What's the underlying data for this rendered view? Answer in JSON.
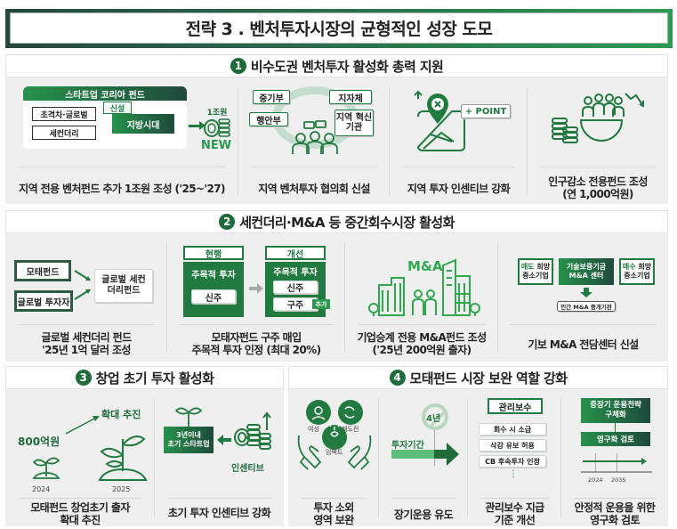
{
  "title": "전략 3 . 벤처투자시장의 균형적인 성장 도모",
  "colors": {
    "primary_green": "#217a3f",
    "light_green": "#5cc07a",
    "dark_teal": "#27473f",
    "panel_bg": "#efefef"
  },
  "sections": [
    {
      "number": "1",
      "title": "비수도권 벤처투자 활성화 총력 지원",
      "items": [
        {
          "caption": "지역 전용 벤처펀드 추가 1조원 조성 ('25~'27)",
          "diagram": {
            "fund_header": "스타트업 코리아 펀드",
            "sub_funds": [
              "초격차·글로벌",
              "세컨더리"
            ],
            "new_tag": "신설",
            "new_fund": "지방시대",
            "amount": "1조원",
            "badge": "NEW",
            "icon": "coins-icon"
          }
        },
        {
          "caption": "지역 벤처투자 협의회 신설",
          "diagram": {
            "members": [
              "중기부",
              "지자체",
              "행안부",
              "지역 혁신기관"
            ],
            "icon": "people-meeting-icon"
          }
        },
        {
          "caption": "지역 투자 인센티브 강화",
          "diagram": {
            "tag": "+ POINT",
            "icon": "map-pin-icon"
          }
        },
        {
          "caption_lines": [
            "인구감소 전용펀드 조성",
            "(연 1,000억원)"
          ],
          "diagram": {
            "icon": "population-decline-icon"
          }
        }
      ]
    },
    {
      "number": "2",
      "title": "세컨더리·M&A 등 중간회수시장 활성화",
      "items": [
        {
          "caption_lines": [
            "글로벌 세컨더리 펀드",
            "'25년 1억 달러 조성"
          ],
          "diagram": {
            "sources": [
              "모태펀드",
              "글로벌 투자자"
            ],
            "target": "글로벌 세컨더리펀드"
          }
        },
        {
          "caption_lines": [
            "모태자펀드 구주 매입",
            "주목적 투자 인정 (최대 20%)"
          ],
          "diagram": {
            "before_label": "현행",
            "after_label": "개선",
            "box_title": "주목적 투자",
            "before_items": [
              "신주"
            ],
            "after_items": [
              "신주",
              "구주"
            ],
            "added_tag": "추가"
          }
        },
        {
          "caption_lines": [
            "기업승계 전용 M&A펀드 조성",
            "('25년 200억원 출자)"
          ],
          "diagram": {
            "label": "M&A",
            "icon": "buildings-people-icon"
          }
        },
        {
          "caption": "기보 M&A 전담센터 신설",
          "diagram": {
            "seller": {
              "hl": "매도",
              "rest": " 희망",
              "line2": "중소기업"
            },
            "center": [
              "기술보증기금",
              "M&A 센터"
            ],
            "buyer": {
              "hl": "매수",
              "rest": " 희망",
              "line2": "중소기업"
            },
            "broker": "민간 M&A 중개기관"
          }
        }
      ]
    },
    {
      "number": "3",
      "title": "창업 초기 투자 활성화",
      "items": [
        {
          "caption_lines": [
            "모태펀드 창업초기 출자",
            "확대 추진"
          ],
          "diagram": {
            "start_amount": "800억원",
            "goal": "확대 추진",
            "years": [
              "2024",
              "2025"
            ]
          }
        },
        {
          "caption": "초기 투자 인센티브 강화",
          "diagram": {
            "target": [
              "3년이내",
              "초기 스타트업"
            ],
            "label": "인센티브"
          }
        }
      ]
    },
    {
      "number": "4",
      "title": "모태펀드 시장 보완 역할 강화",
      "items": [
        {
          "caption_lines": [
            "투자 소외",
            "영역 보완"
          ],
          "diagram": {
            "areas": [
              "여성",
              "재도전",
              "임팩트"
            ]
          }
        },
        {
          "caption": "장기운용 유도",
          "diagram": {
            "period_label": "투자기간",
            "limit": "4년"
          }
        },
        {
          "caption_lines": [
            "관리보수 지급",
            "기준 개선"
          ],
          "diagram": {
            "header": "관리보수",
            "items": [
              "회수 시 소급",
              "삭감 유보 허용",
              "CB 후속투자 인정"
            ],
            "more": "⋮"
          }
        },
        {
          "caption_lines": [
            "안정적 운용을 위한",
            "영구화 검토"
          ],
          "diagram": {
            "step1": [
              "중장기 운용전략",
              "구체화"
            ],
            "step2": "영구화 검토",
            "years": [
              "2024",
              "2035"
            ]
          }
        }
      ]
    }
  ]
}
